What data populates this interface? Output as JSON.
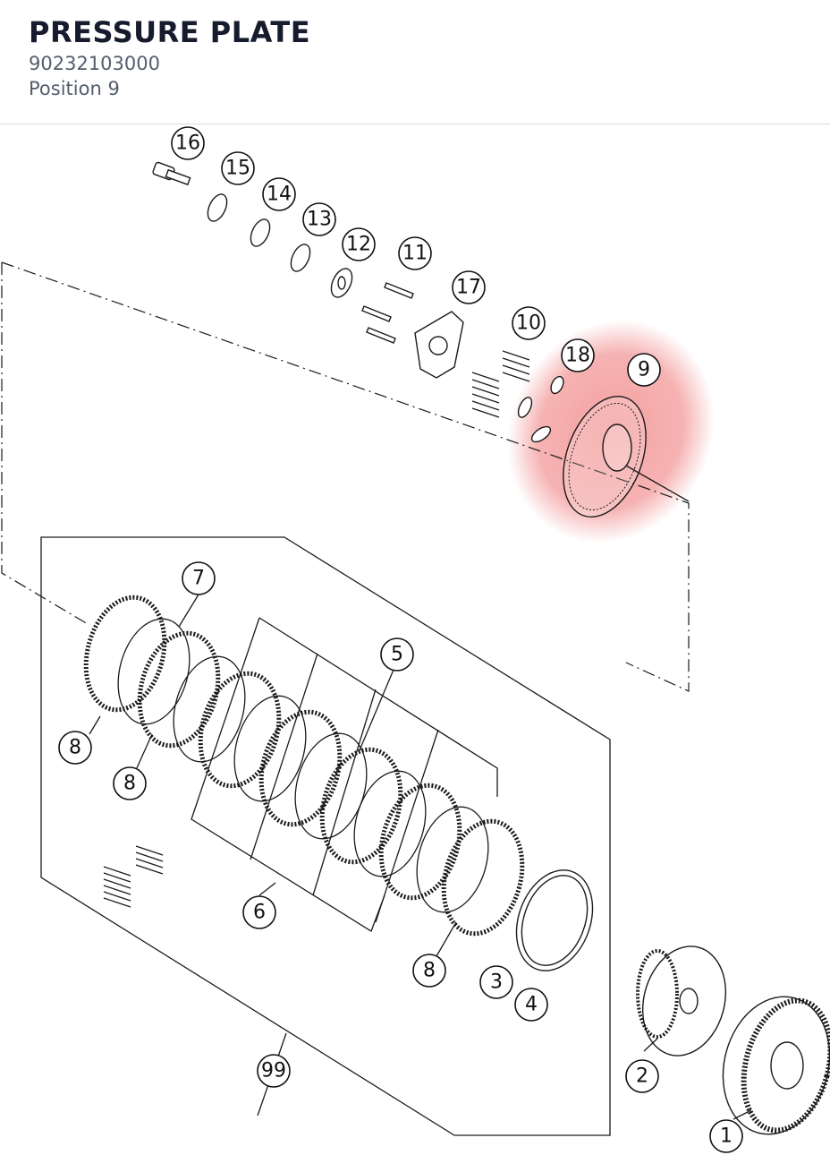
{
  "header": {
    "title": "PRESSURE PLATE",
    "part_number": "90232103000",
    "position": "Position 9"
  },
  "highlight": {
    "color": "#f08080",
    "position_label": "9"
  },
  "callouts": {
    "c16": "16",
    "c15": "15",
    "c14": "14",
    "c13": "13",
    "c12": "12",
    "c11": "11",
    "c17": "17",
    "c10": "10",
    "c18": "18",
    "c9": "9",
    "c7": "7",
    "c5": "5",
    "c8a": "8",
    "c8b": "8",
    "c6": "6",
    "c8c": "8",
    "c3": "3",
    "c4": "4",
    "c99": "99",
    "c2": "2",
    "c1": "1"
  }
}
